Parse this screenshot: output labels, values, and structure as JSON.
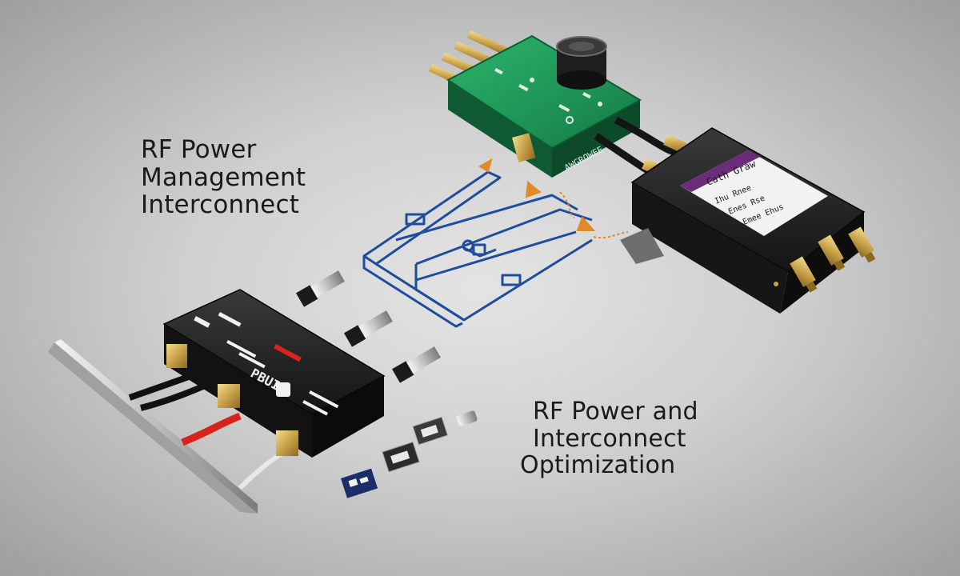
{
  "captions": {
    "left": [
      "RF Power",
      "Management",
      "Interconnect"
    ],
    "right": [
      "RF Power and",
      "Interconnect",
      "Optimization"
    ]
  },
  "module_label": {
    "title": "Cath Graw",
    "lines": [
      "Ihu  Rnee",
      "Enes  Rse",
      "Emee  Ehus"
    ]
  },
  "pcb_label": "AWGROWEE",
  "block_label": "PBUIE",
  "colors": {
    "pcb_green": "#1f9a5a",
    "module_black": "#1c1c1c",
    "trace_blue": "#1f4d9e",
    "cable_red": "#d8231c",
    "label_purple": "#6b2d7a",
    "connector_gold": "#c9a24a"
  }
}
